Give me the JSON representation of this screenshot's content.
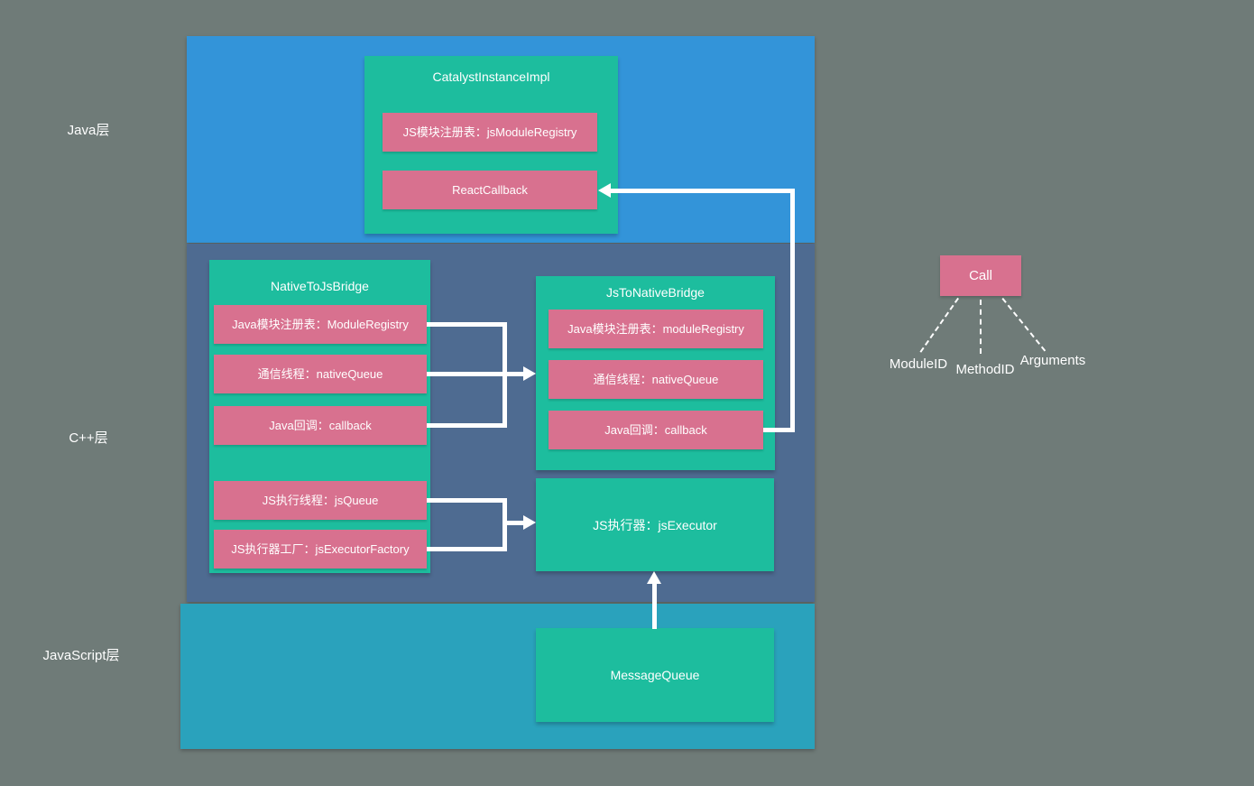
{
  "colors": {
    "background": "#6f7b78",
    "java_layer": "#3394d9",
    "cpp_layer": "#4e6b91",
    "js_layer": "#2aa2bc",
    "green_box": "#1dbd9e",
    "pink_box": "#d8718f",
    "arrow": "#ffffff",
    "text": "#ffffff"
  },
  "layers": {
    "java": {
      "label": "Java层"
    },
    "cpp": {
      "label": "C++层"
    },
    "javascript": {
      "label": "JavaScript层"
    }
  },
  "catalyst_instance": {
    "title": "CatalystInstanceImpl",
    "rows": [
      "JS模块注册表：jsModuleRegistry",
      "ReactCallback"
    ]
  },
  "native_to_js_bridge": {
    "title": "NativeToJsBridge",
    "rows": [
      "Java模块注册表：ModuleRegistry",
      "通信线程：nativeQueue",
      "Java回调：callback",
      "JS执行线程：jsQueue",
      "JS执行器工厂：jsExecutorFactory"
    ]
  },
  "js_to_native_bridge": {
    "title": "JsToNativeBridge",
    "rows": [
      "Java模块注册表：moduleRegistry",
      "通信线程：nativeQueue",
      "Java回调：callback"
    ]
  },
  "js_executor": {
    "label": "JS执行器：jsExecutor"
  },
  "message_queue": {
    "label": "MessageQueue"
  },
  "call_structure": {
    "title": "Call",
    "params": [
      "ModuleID",
      "MethodID",
      "Arguments"
    ]
  }
}
